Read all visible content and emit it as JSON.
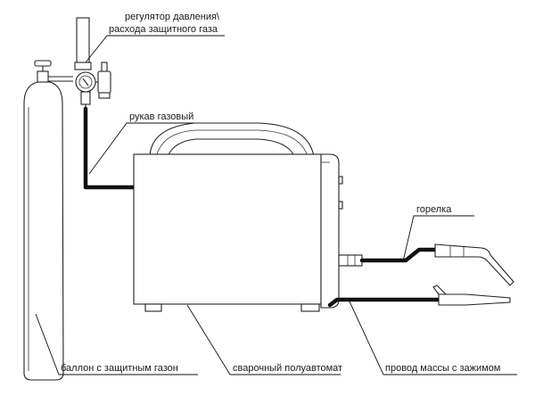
{
  "diagram": {
    "labels": {
      "regulator_line1": "регулятор давления\\",
      "regulator_line2": "расхода защитного газа",
      "gas_hose": "рукав газовый",
      "torch": "горелка",
      "cylinder": "баллон с защитным газон",
      "welder": "сварочный полуавтомат",
      "ground_cable": "провод массы с зажимом"
    },
    "colors": {
      "line": "#222222",
      "hose": "#111111",
      "background": "#ffffff"
    }
  }
}
